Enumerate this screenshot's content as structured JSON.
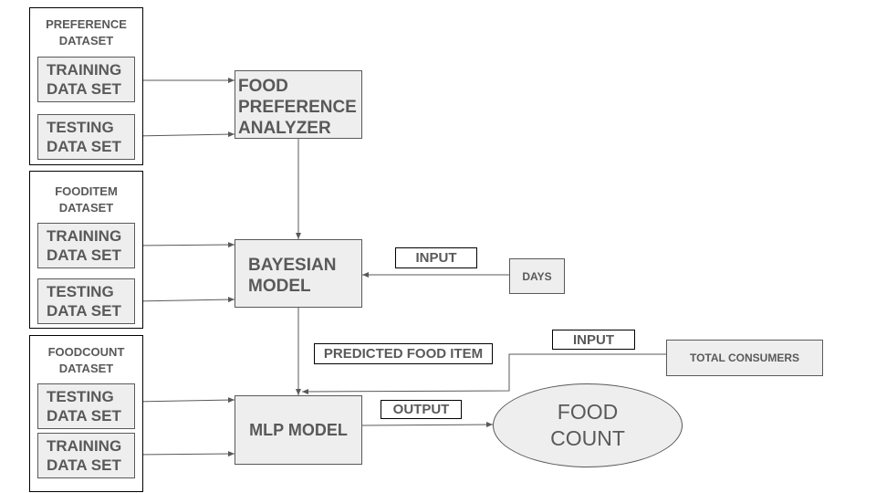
{
  "groups": [
    {
      "title_line1": "PREFERENCE",
      "title_line2": "DATASET"
    },
    {
      "title_line1": "FOODITEM",
      "title_line2": "DATASET"
    },
    {
      "title_line1": "FOODCOUNT",
      "title_line2": "DATASET"
    }
  ],
  "datasets": {
    "training": {
      "line1": "TRAINING",
      "line2": "DATA SET"
    },
    "testing": {
      "line1": "TESTING",
      "line2": "DATA SET"
    }
  },
  "nodes": {
    "analyzer": {
      "line1": "FOOD",
      "line2": "PREFERENCE",
      "line3": "ANALYZER"
    },
    "bayesian": {
      "line1": "BAYESIAN",
      "line2": "MODEL"
    },
    "mlp": "MLP MODEL",
    "days": "DAYS",
    "consumers": "TOTAL CONSUMERS",
    "food_count": {
      "line1": "FOOD",
      "line2": "COUNT"
    }
  },
  "labels": {
    "input1": "INPUT",
    "input2": "INPUT",
    "predicted": "PREDICTED FOOD ITEM",
    "output": "OUTPUT"
  },
  "colors": {
    "box_fill": "#eeeeee",
    "box_text": "#595959",
    "line": "#595959"
  }
}
